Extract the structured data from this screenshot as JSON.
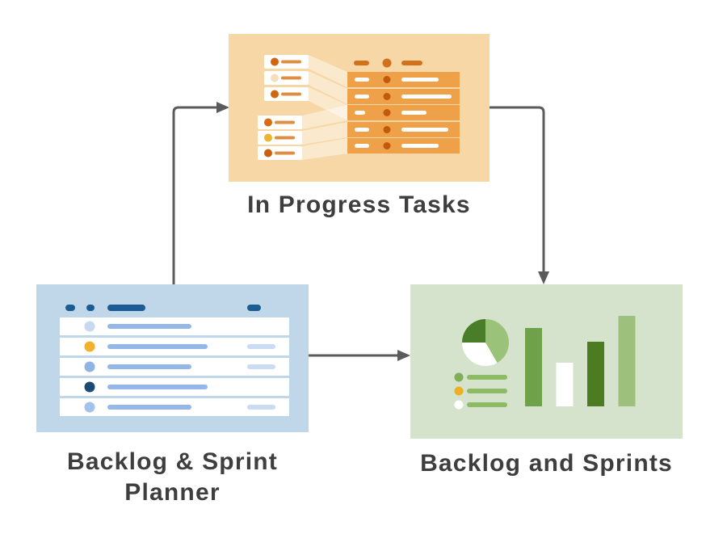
{
  "labels": {
    "in_progress": "In Progress Tasks",
    "planner_line1": "Backlog & Sprint",
    "planner_line2": "Planner",
    "sprints": "Backlog and Sprints"
  },
  "text_color": "#3E3E3E",
  "arrows": {
    "color": "#5B5B5B",
    "width": 3
  },
  "orange_panel": {
    "bg": "#F8D7A6",
    "beam_color": "rgba(255,255,255,0.45)",
    "card_line_color": "#DE8E42",
    "header_color": "#D2711C",
    "row_bg": "#EFA14A",
    "row_dot_color": "#C2590F",
    "card_groups": [
      {
        "x": 44,
        "ys": [
          26,
          46,
          66
        ],
        "dots": [
          "#D2650F",
          "#F5DEBD",
          "#D2650F"
        ]
      },
      {
        "x": 36,
        "ys": [
          101,
          120,
          139
        ],
        "dots": [
          "#DB6A10",
          "#EDB42D",
          "#CC5E0D"
        ]
      }
    ],
    "rows": [
      {
        "short_w": 18,
        "long_w": 46
      },
      {
        "short_w": 18,
        "long_w": 62
      },
      {
        "short_w": 13,
        "long_w": 31
      },
      {
        "short_w": 18,
        "long_w": 58
      },
      {
        "short_w": 18,
        "long_w": 46
      }
    ]
  },
  "blue_panel": {
    "bg": "#BFD7E9",
    "header_color": "#1B5C94",
    "line_color": "#93B7E6",
    "pill_color": "#C9DCF4",
    "rows": [
      {
        "dot": "#C7D9F0",
        "line_w": 104,
        "pill": false
      },
      {
        "dot": "#F2B02C",
        "line_w": 124,
        "pill": true
      },
      {
        "dot": "#8FB3E3",
        "line_w": 104,
        "pill": true
      },
      {
        "dot": "#1B4B74",
        "line_w": 124,
        "pill": false
      },
      {
        "dot": "#A3C2EB",
        "line_w": 104,
        "pill": true
      }
    ]
  },
  "green_panel": {
    "bg": "#D5E3CC",
    "pie": {
      "slices": [
        {
          "deg": 150,
          "color": "#9BC279",
          "name": "light-green-slice"
        },
        {
          "deg": 120,
          "color": "#FFFFFF",
          "name": "white-slice"
        },
        {
          "deg": 90,
          "color": "#4A7D28",
          "name": "dark-green-slice"
        }
      ]
    },
    "legend": {
      "line_color": "#8CBB64",
      "dots": [
        "#7FAF59",
        "#EFAF25",
        "#FFFFFF"
      ]
    },
    "bars": [
      {
        "h": 97,
        "color": "#6FA14B"
      },
      {
        "h": 54,
        "color": "#FFFFFF"
      },
      {
        "h": 80,
        "color": "#4D7B22"
      },
      {
        "h": 112,
        "color": "#9DC17C"
      }
    ]
  }
}
